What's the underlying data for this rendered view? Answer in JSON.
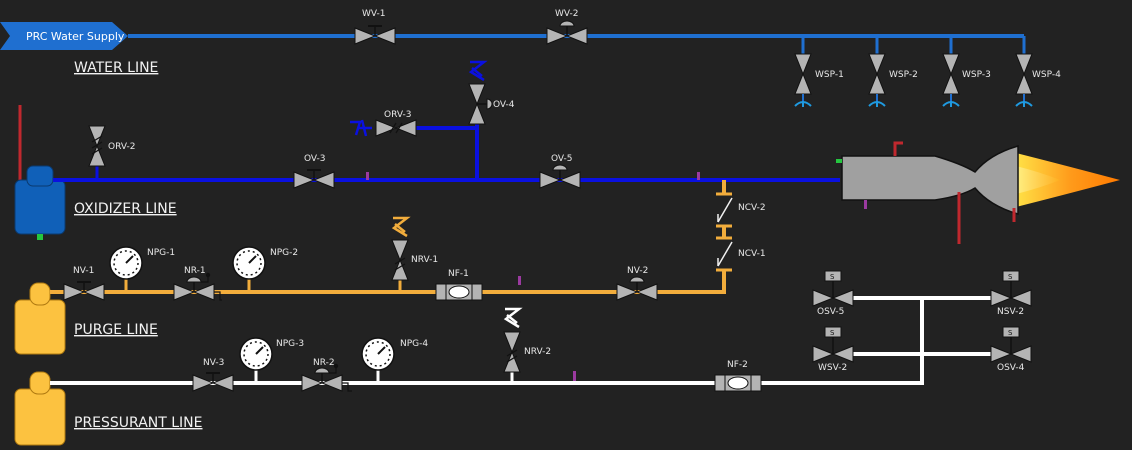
{
  "banner": {
    "label": "PRC Water Supply"
  },
  "lines": {
    "water": "WATER LINE",
    "oxidizer": "OXIDIZER LINE",
    "purge": "PURGE LINE",
    "pressurant": "PRESSURANT LINE"
  },
  "colors": {
    "water": "#1f6fd0",
    "oxidizer": "#0a10e0",
    "purge": "#f2ad3c",
    "pressurant": "#ffffff",
    "tank_blue": "#1060b8",
    "tank_yellow": "#fcc240",
    "sensor_red": "#c0282e",
    "sensor_purple": "#9b3aa0",
    "valve_grey": "#b4b4b4",
    "background": "#222222"
  },
  "water_valves": [
    "WV-1",
    "WV-2"
  ],
  "sprinklers": [
    "WSP-1",
    "WSP-2",
    "WSP-3",
    "WSP-4"
  ],
  "oxidizer_components": {
    "orv2": "ORV-2",
    "ov3": "OV-3",
    "orv3": "ORV-3",
    "ov4": "OV-4",
    "ov5": "OV-5"
  },
  "check_valves": [
    "NCV-2",
    "NCV-1"
  ],
  "purge_components": {
    "nv1": "NV-1",
    "npg1": "NPG-1",
    "nr1": "NR-1",
    "npg2": "NPG-2",
    "nrv1": "NRV-1",
    "nf1": "NF-1",
    "nv2": "NV-2"
  },
  "pressurant_components": {
    "nv3": "NV-3",
    "npg3": "NPG-3",
    "nr2": "NR-2",
    "npg4": "NPG-4",
    "nrv2": "NRV-2",
    "nf2": "NF-2"
  },
  "solenoid_valves": {
    "osv5": "OSV-5",
    "nsv2": "NSV-2",
    "wsv2": "WSV-2",
    "osv4": "OSV-4",
    "solenoid_mark": "S"
  }
}
